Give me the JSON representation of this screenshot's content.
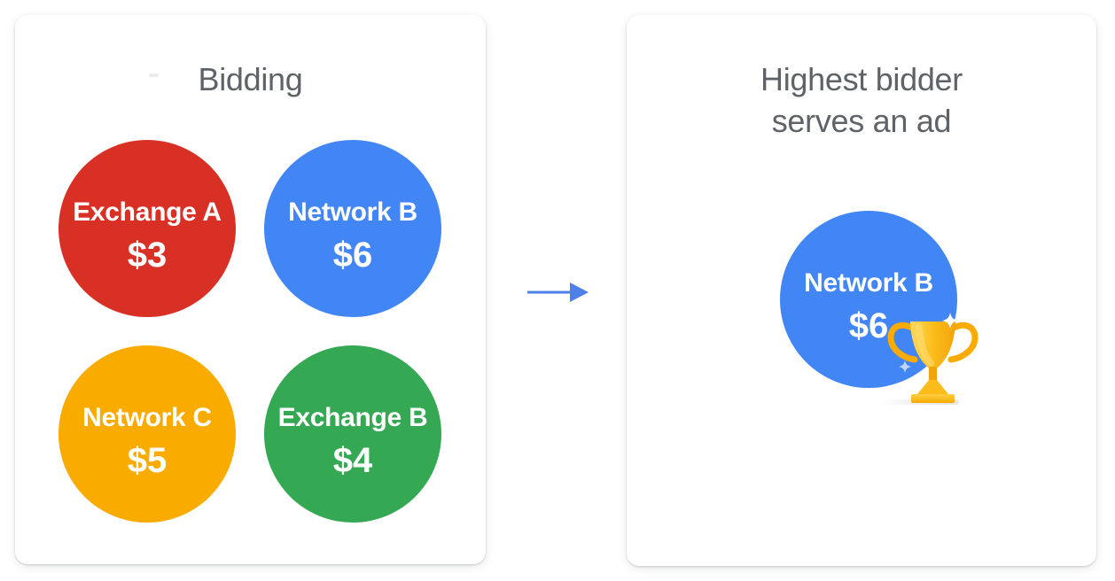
{
  "left_panel": {
    "title": "Bidding",
    "bidders": [
      {
        "name": "Exchange A",
        "bid": "$3",
        "color": "#D93025"
      },
      {
        "name": "Network B",
        "bid": "$6",
        "color": "#4285F4"
      },
      {
        "name": "Network C",
        "bid": "$5",
        "color": "#F9AB00"
      },
      {
        "name": "Exchange B",
        "bid": "$4",
        "color": "#34A853"
      }
    ]
  },
  "arrow": {
    "icon": "right-arrow-icon",
    "color": "#4E80E8"
  },
  "right_panel": {
    "title_line1": "Highest bidder",
    "title_line2": "serves an ad",
    "winner": {
      "name": "Network B",
      "bid": "$6",
      "color": "#4285F4"
    },
    "trophy_icon": "trophy-icon"
  },
  "colors": {
    "page_background": "#FFFFFF",
    "panel_background": "#FFFFFF",
    "title_text": "#5F6368",
    "circle_text": "#FFFFFF",
    "trophy_gold": "#FBBC04",
    "trophy_amber": "#F9AB00",
    "trophy_dark": "#F29D00",
    "sparkle_white": "#FFFFFF",
    "sparkle_blue": "#C3D7FA"
  }
}
